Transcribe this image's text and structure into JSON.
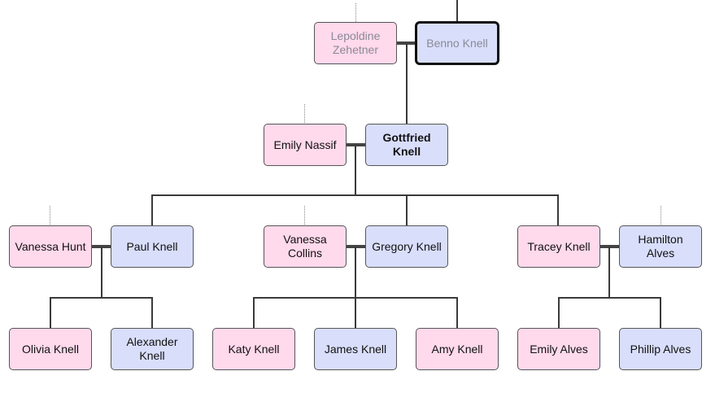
{
  "colors": {
    "female": "#ffd9ec",
    "male": "#d9defb",
    "line": "#3a3a3a",
    "faded_text": "#8a8a96"
  },
  "people": {
    "lepoldine_zehetner": "Lepoldine Zehetner",
    "benno_knell": "Benno Knell",
    "emily_nassif": "Emily Nassif",
    "gottfried_knell": "Gottfried Knell",
    "vanessa_hunt": "Vanessa Hunt",
    "paul_knell": "Paul Knell",
    "vanessa_collins": "Vanessa Collins",
    "gregory_knell": "Gregory Knell",
    "tracey_knell": "Tracey Knell",
    "hamilton_alves": "Hamilton Alves",
    "olivia_knell": "Olivia Knell",
    "alexander_knell": "Alexander Knell",
    "katy_knell": "Katy Knell",
    "james_knell": "James Knell",
    "amy_knell": "Amy Knell",
    "emily_alves": "Emily Alves",
    "phillip_alves": "Phillip Alves"
  }
}
